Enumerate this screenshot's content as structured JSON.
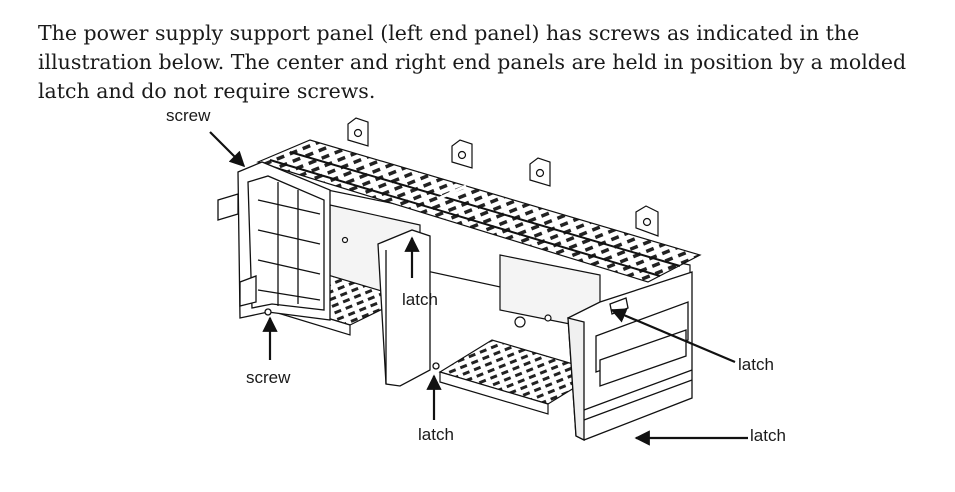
{
  "paragraph": {
    "line1": "The power supply support panel (left end panel) has screws as indicated in the",
    "line2": "illustration below. The center and right end panels are held in position by a molded",
    "line3": "latch and do not require screws."
  },
  "callouts": {
    "screw_top": "screw",
    "screw_bottom": "screw",
    "latch_center": "latch",
    "latch_bottom_center": "latch",
    "latch_right": "latch",
    "latch_bottom_right": "latch"
  }
}
